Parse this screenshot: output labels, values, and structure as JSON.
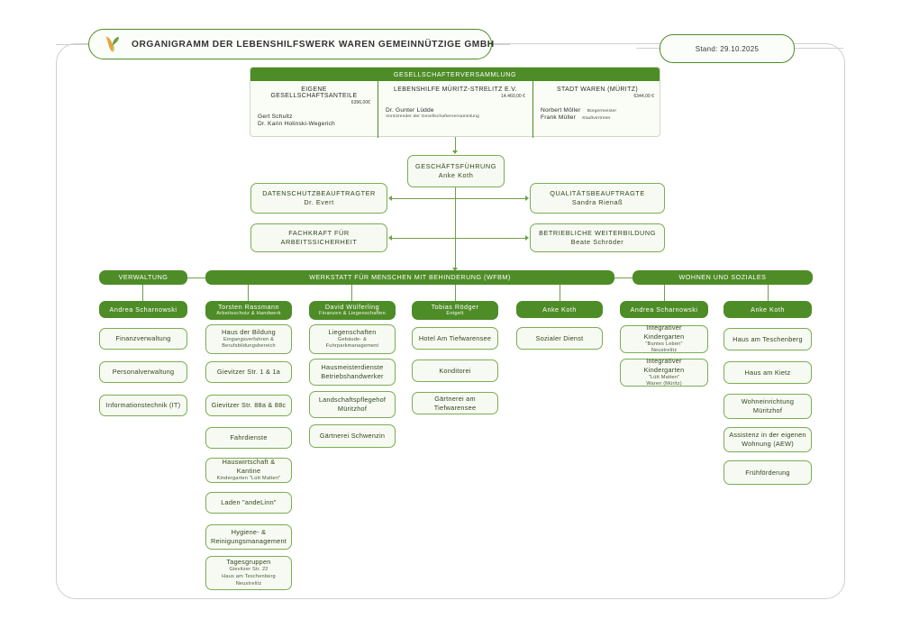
{
  "header": {
    "title": "ORGANIGRAMM DER LEBENSHILFSWERK WAREN GEMEINNÜTZIGE GMBH",
    "logo_icon": "butterfly-leaf-logo",
    "stand": "Stand: 29.10.2025"
  },
  "colors": {
    "green": "#4e8c27",
    "green_border": "#7aad52",
    "box_fill": "#f7faf2",
    "logo_green": "#6aa03c",
    "logo_orange": "#e8a13c"
  },
  "shareholders": {
    "heading": "GESELLSCHAFTERVERSAMMLUNG",
    "columns": [
      {
        "title": "EIGENE GESELLSCHAFTSANTEILE",
        "amount": "6396,00€",
        "people": [
          {
            "name": "Gert Schultz",
            "role": ""
          },
          {
            "name": "Dr. Karin Holinski-Wegerich",
            "role": ""
          }
        ]
      },
      {
        "title": "LEBENSHILFE MÜRITZ-STRELITZ E.V.",
        "amount": "14.460,00 €",
        "people": [
          {
            "name": "Dr. Gunter Lüdde",
            "role": ""
          },
          {
            "name": "Vorsitzender der Gesellschafterversammlung",
            "role": "",
            "small": true
          }
        ]
      },
      {
        "title": "STADT WAREN (MÜRITZ)",
        "amount": "6344,00 €",
        "people": [
          {
            "name": "Norbert Möller",
            "role": "Bürgermeister"
          },
          {
            "name": "Frank Müller",
            "role": "Stadtvertreter"
          }
        ]
      }
    ]
  },
  "management": {
    "ceo": {
      "title": "GESCHÄFTSFÜHRUNG",
      "person": "Anke Koth"
    },
    "staff": [
      {
        "title": "DATENSCHUTZBEAUFTRAGTER",
        "person": "Dr. Evert"
      },
      {
        "title": "QUALITÄTSBEAUFTRAGTE",
        "person": "Sandra Rienaß"
      },
      {
        "title": "FACHKRAFT FÜR ARBEITSSICHERHEIT",
        "person": ""
      },
      {
        "title": "BETRIEBLICHE WEITERBILDUNG",
        "person": "Beate Schröder"
      }
    ]
  },
  "divisions": [
    {
      "name": "VERWALTUNG"
    },
    {
      "name": "WERKSTATT FÜR MENSCHEN MIT BEHINDERUNG (WFBM)"
    },
    {
      "name": "WOHNEN UND SOZIALES"
    }
  ],
  "columns": [
    {
      "lead_name": "Andrea Scharnowski",
      "lead_role": "",
      "items": [
        {
          "title": "Finanzverwaltung",
          "sub": []
        },
        {
          "title": "Personalverwaltung",
          "sub": []
        },
        {
          "title": "Informationstechnik (IT)",
          "sub": []
        }
      ]
    },
    {
      "lead_name": "Torsten Rassmann",
      "lead_role": "Arbeitsschutz & Handwerk",
      "items": [
        {
          "title": "Haus der Bildung",
          "sub": [
            "Eingangsverfahren &",
            "Berufsbildungsbereich"
          ]
        },
        {
          "title": "Gievitzer Str. 1 & 1a",
          "sub": []
        },
        {
          "title": "Gievitzer Str. 88a & 88c",
          "sub": []
        },
        {
          "title": "Fahrdienste",
          "sub": []
        },
        {
          "title": "Hauswirtschaft & Kantine",
          "sub": [
            "Kindergarten \"Lütt Matten\""
          ]
        },
        {
          "title": "Laden \"andeLinn\"",
          "sub": []
        },
        {
          "title": "Hygiene- &",
          "title2": "Reinigungsmanagement",
          "sub": []
        },
        {
          "title": "Tagesgruppen",
          "sub": [
            "Gievitzer Str. 22",
            "Haus am Teschenberg",
            "Neustrelitz"
          ]
        }
      ]
    },
    {
      "lead_name": "David Wülferling",
      "lead_role": "Finanzen & Liegenschaften",
      "items": [
        {
          "title": "Liegenschaften",
          "sub": [
            "Gebäude- &",
            "Fuhrparkmanagement"
          ]
        },
        {
          "title": "Hausmeisterdienste",
          "title2": "Betriebshandwerker",
          "sub": []
        },
        {
          "title": "Landschaftspflegehof",
          "title2": "Müritzhof",
          "sub": []
        },
        {
          "title": "Gärtnerei Schwenzin",
          "sub": []
        }
      ]
    },
    {
      "lead_name": "Tobias Rödger",
      "lead_role": "Entgelt",
      "items": [
        {
          "title": "Hotel Am Tiefwarensee",
          "sub": []
        },
        {
          "title": "Konditorei",
          "sub": []
        },
        {
          "title": "Gärtnerei am Tiefwarensee",
          "sub": []
        }
      ]
    },
    {
      "lead_name": "Anke Koth",
      "lead_role": "",
      "items": [
        {
          "title": "Sozialer Dienst",
          "sub": []
        }
      ]
    },
    {
      "lead_name": "Andrea Scharnowski",
      "lead_role": "",
      "items": [
        {
          "title": "Integrativer Kindergarten",
          "sub": [
            "\"Buntes Leben\"",
            "Neustrelitz"
          ]
        },
        {
          "title": "Integrativer Kindergarten",
          "sub": [
            "\"Lütt Matten\"",
            "Waren (Müritz)"
          ]
        }
      ]
    },
    {
      "lead_name": "Anke Koth",
      "lead_role": "",
      "items": [
        {
          "title": "Haus am Teschenberg",
          "sub": []
        },
        {
          "title": "Haus am Kietz",
          "sub": []
        },
        {
          "title": "Wohneinrichtung",
          "title2": "Müritzhof",
          "sub": []
        },
        {
          "title": "Assistenz in der eigenen",
          "title2": "Wohnung (AEW)",
          "sub": []
        },
        {
          "title": "Frühförderung",
          "sub": []
        }
      ]
    }
  ]
}
